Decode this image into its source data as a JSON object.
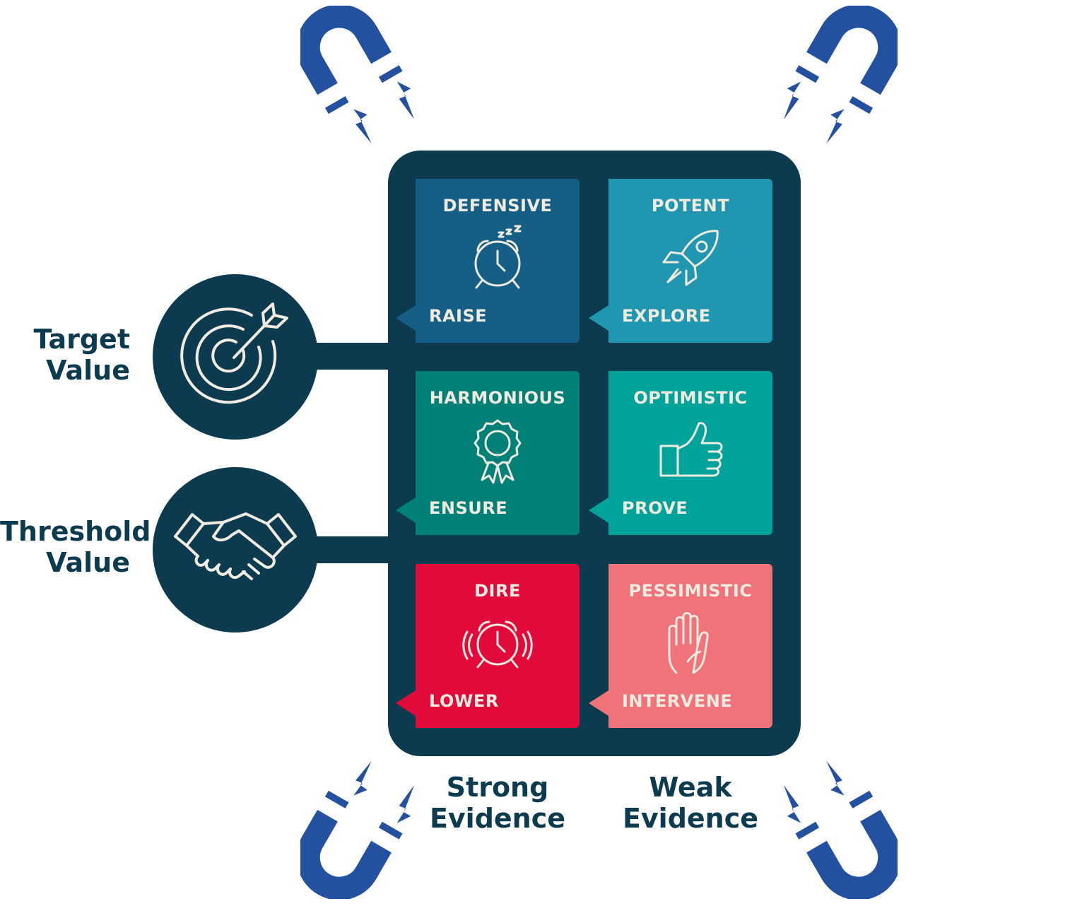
{
  "colors": {
    "navy": "#0c3a4e",
    "magnet": "#2450a0",
    "text_light": "#f0ebe0"
  },
  "left_labels": {
    "target": "Target\nValue",
    "threshold": "Threshold\nValue"
  },
  "left_icons": {
    "target": "target-arrow-icon",
    "threshold": "handshake-icon"
  },
  "bottom_labels": {
    "strong": "Strong\nEvidence",
    "weak": "Weak\nEvidence"
  },
  "tiles": [
    {
      "title": "DEFENSIVE",
      "action": "RAISE",
      "icon": "alarm-clock-sleeping-icon",
      "color": "#155f87"
    },
    {
      "title": "POTENT",
      "action": "EXPLORE",
      "icon": "rocket-icon",
      "color": "#2096b0"
    },
    {
      "title": "HARMONIOUS",
      "action": "ENSURE",
      "icon": "award-ribbon-icon",
      "color": "#008077"
    },
    {
      "title": "OPTIMISTIC",
      "action": "PROVE",
      "icon": "thumbs-up-icon",
      "color": "#00a39a"
    },
    {
      "title": "DIRE",
      "action": "LOWER",
      "icon": "alarm-clock-ringing-icon",
      "color": "#e20a3a"
    },
    {
      "title": "PESSIMISTIC",
      "action": "INTERVENE",
      "icon": "raised-hand-icon",
      "color": "#ef7378"
    }
  ],
  "magnets": [
    "magnet-icon",
    "magnet-icon",
    "magnet-icon",
    "magnet-icon"
  ]
}
